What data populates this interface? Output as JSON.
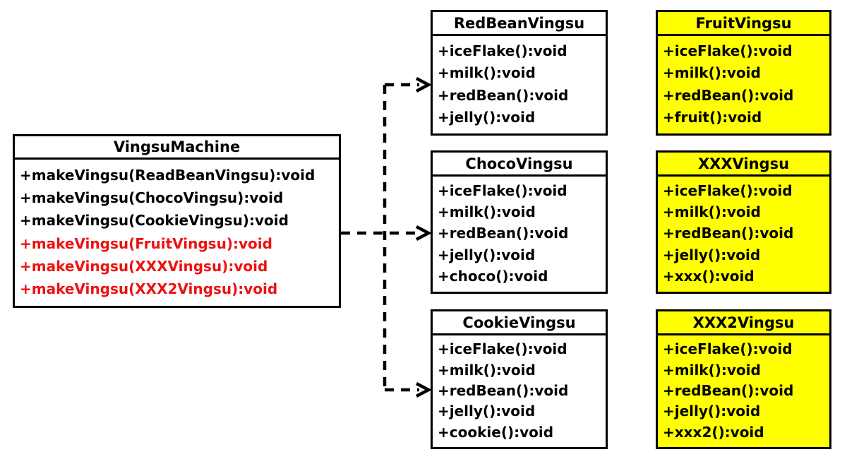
{
  "diagram": {
    "kind": "uml-class-diagram",
    "colors": {
      "background": "#ffffff",
      "box_border": "#000000",
      "plain_box_fill": "#ffffff",
      "highlight_box_fill": "#ffff00",
      "text": "#000000",
      "highlight_text": "#ee1111"
    },
    "machine": {
      "title": "VingsuMachine",
      "methods": [
        {
          "label": "+makeVingsu(ReadBeanVingsu):void",
          "color": "black"
        },
        {
          "label": "+makeVingsu(ChocoVingsu):void",
          "color": "black"
        },
        {
          "label": "+makeVingsu(CookieVingsu):void",
          "color": "black"
        },
        {
          "label": "+makeVingsu(FruitVingsu):void",
          "color": "red"
        },
        {
          "label": "+makeVingsu(XXXVingsu):void",
          "color": "red"
        },
        {
          "label": "+makeVingsu(XXX2Vingsu):void",
          "color": "red"
        }
      ]
    },
    "white_classes": [
      {
        "title": "RedBeanVingsu",
        "methods": [
          {
            "label": "+iceFlake():void",
            "color": "black"
          },
          {
            "label": "+milk():void",
            "color": "black"
          },
          {
            "label": "+redBean():void",
            "color": "black"
          },
          {
            "label": "+jelly():void",
            "color": "black"
          }
        ]
      },
      {
        "title": "ChocoVingsu",
        "methods": [
          {
            "label": "+iceFlake():void",
            "color": "black"
          },
          {
            "label": "+milk():void",
            "color": "black"
          },
          {
            "label": "+redBean():void",
            "color": "black"
          },
          {
            "label": "+jelly():void",
            "color": "black"
          },
          {
            "label": "+choco():void",
            "color": "black"
          }
        ]
      },
      {
        "title": "CookieVingsu",
        "methods": [
          {
            "label": "+iceFlake():void",
            "color": "black"
          },
          {
            "label": "+milk():void",
            "color": "black"
          },
          {
            "label": "+redBean():void",
            "color": "black"
          },
          {
            "label": "+jelly():void",
            "color": "black"
          },
          {
            "label": "+cookie():void",
            "color": "black"
          }
        ]
      }
    ],
    "yellow_classes": [
      {
        "title": "FruitVingsu",
        "methods": [
          {
            "label": "+iceFlake():void",
            "color": "black"
          },
          {
            "label": "+milk():void",
            "color": "black"
          },
          {
            "label": "+redBean():void",
            "color": "black"
          },
          {
            "label": "+fruit():void",
            "color": "black"
          }
        ]
      },
      {
        "title": "XXXVingsu",
        "methods": [
          {
            "label": "+iceFlake():void",
            "color": "black"
          },
          {
            "label": "+milk():void",
            "color": "black"
          },
          {
            "label": "+redBean():void",
            "color": "black"
          },
          {
            "label": "+jelly():void",
            "color": "black"
          },
          {
            "label": "+xxx():void",
            "color": "black"
          }
        ]
      },
      {
        "title": "XXX2Vingsu",
        "methods": [
          {
            "label": "+iceFlake():void",
            "color": "black"
          },
          {
            "label": "+milk():void",
            "color": "black"
          },
          {
            "label": "+redBean():void",
            "color": "black"
          },
          {
            "label": "+jelly():void",
            "color": "black"
          },
          {
            "label": "+xxx2():void",
            "color": "black"
          }
        ]
      }
    ],
    "relations": [
      {
        "from": "VingsuMachine",
        "to": "RedBeanVingsu",
        "type": "dashed-dependency-arrow"
      },
      {
        "from": "VingsuMachine",
        "to": "ChocoVingsu",
        "type": "dashed-dependency-arrow"
      },
      {
        "from": "VingsuMachine",
        "to": "CookieVingsu",
        "type": "dashed-dependency-arrow"
      }
    ]
  }
}
